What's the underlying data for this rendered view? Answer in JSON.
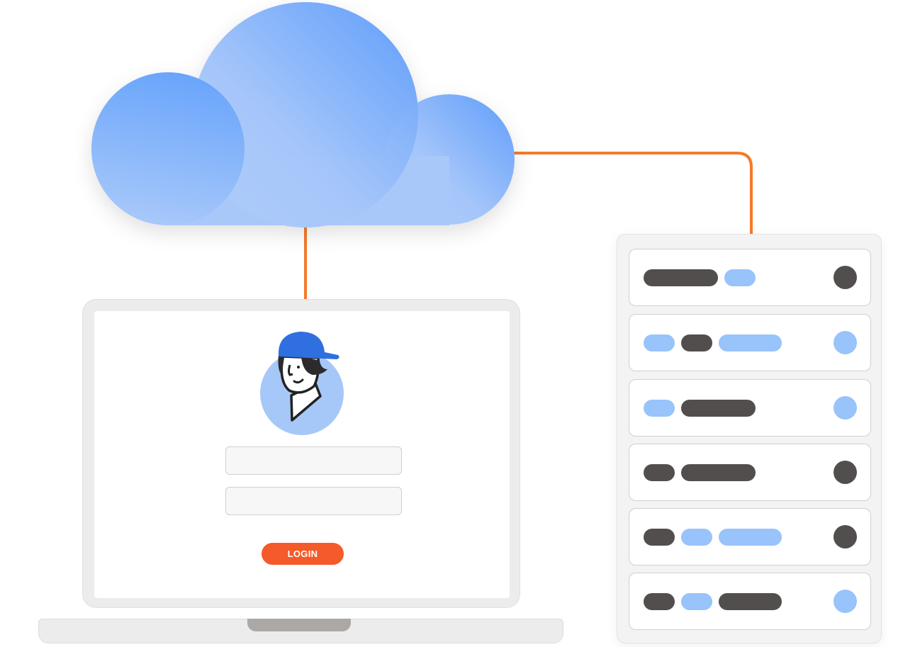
{
  "colors": {
    "connector": "#f47a2c",
    "cloud_dark": "#66a2fb",
    "cloud_light": "#a9c9fa",
    "pill_dark": "#524e4d",
    "pill_blue": "#98c3fb",
    "avatar_bg": "#a6c8f8",
    "cap": "#2f6fe0",
    "login_button": "#f45a2a"
  },
  "login": {
    "username_value": "",
    "password_value": "",
    "button_label": "LOGIN"
  },
  "server": {
    "rows": [
      {
        "pills": [
          {
            "color": "dark",
            "size": "l"
          },
          {
            "color": "blue",
            "size": "s"
          }
        ],
        "indicator": "dark"
      },
      {
        "pills": [
          {
            "color": "blue",
            "size": "s"
          },
          {
            "color": "dark",
            "size": "s"
          },
          {
            "color": "blue",
            "size": "m"
          }
        ],
        "indicator": "blue"
      },
      {
        "pills": [
          {
            "color": "blue",
            "size": "s"
          },
          {
            "color": "dark",
            "size": "l"
          }
        ],
        "indicator": "blue"
      },
      {
        "pills": [
          {
            "color": "dark",
            "size": "s"
          },
          {
            "color": "dark",
            "size": "l"
          }
        ],
        "indicator": "dark"
      },
      {
        "pills": [
          {
            "color": "dark",
            "size": "s"
          },
          {
            "color": "blue",
            "size": "s"
          },
          {
            "color": "blue",
            "size": "m"
          }
        ],
        "indicator": "dark"
      },
      {
        "pills": [
          {
            "color": "dark",
            "size": "s"
          },
          {
            "color": "blue",
            "size": "s"
          },
          {
            "color": "dark",
            "size": "m"
          }
        ],
        "indicator": "blue"
      }
    ]
  }
}
